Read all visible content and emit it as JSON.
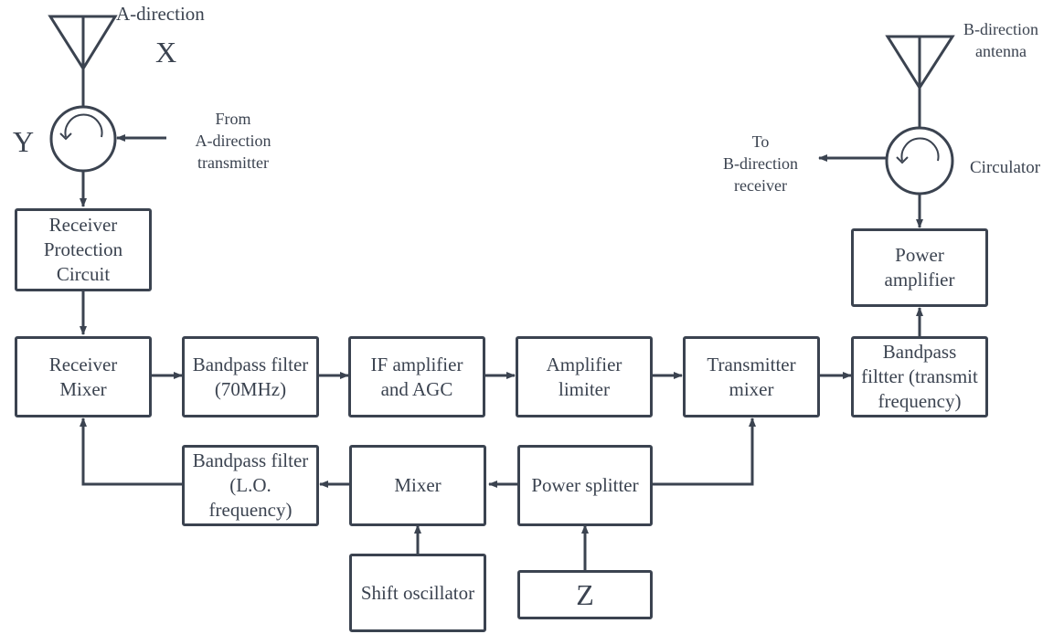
{
  "labels": {
    "a_direction": "A-direction",
    "x": "X",
    "y": "Y",
    "from_transmitter": "From\nA-direction\ntransmitter",
    "b_direction_antenna": "B-direction\nantenna",
    "to_receiver": "To\nB-direction\nreceiver",
    "circulator": "Circulator"
  },
  "blocks": {
    "receiver_protection": "Receiver\nProtection\nCircuit",
    "receiver_mixer": "Receiver\nMixer",
    "bandpass_70": "Bandpass filter\n(70MHz)",
    "if_amplifier": "IF amplifier\nand AGC",
    "amplifier_limiter": "Amplifier\nlimiter",
    "transmitter_mixer": "Transmitter\nmixer",
    "bandpass_transmit": "Bandpass\nfiltter (transmit\nfrequency)",
    "power_amplifier": "Power\namplifier",
    "bandpass_lo": "Bandpass filter\n(L.O.\nfrequency)",
    "mixer": "Mixer",
    "power_splitter": "Power splitter",
    "shift_oscillator": "Shift oscillator",
    "z": "Z"
  }
}
